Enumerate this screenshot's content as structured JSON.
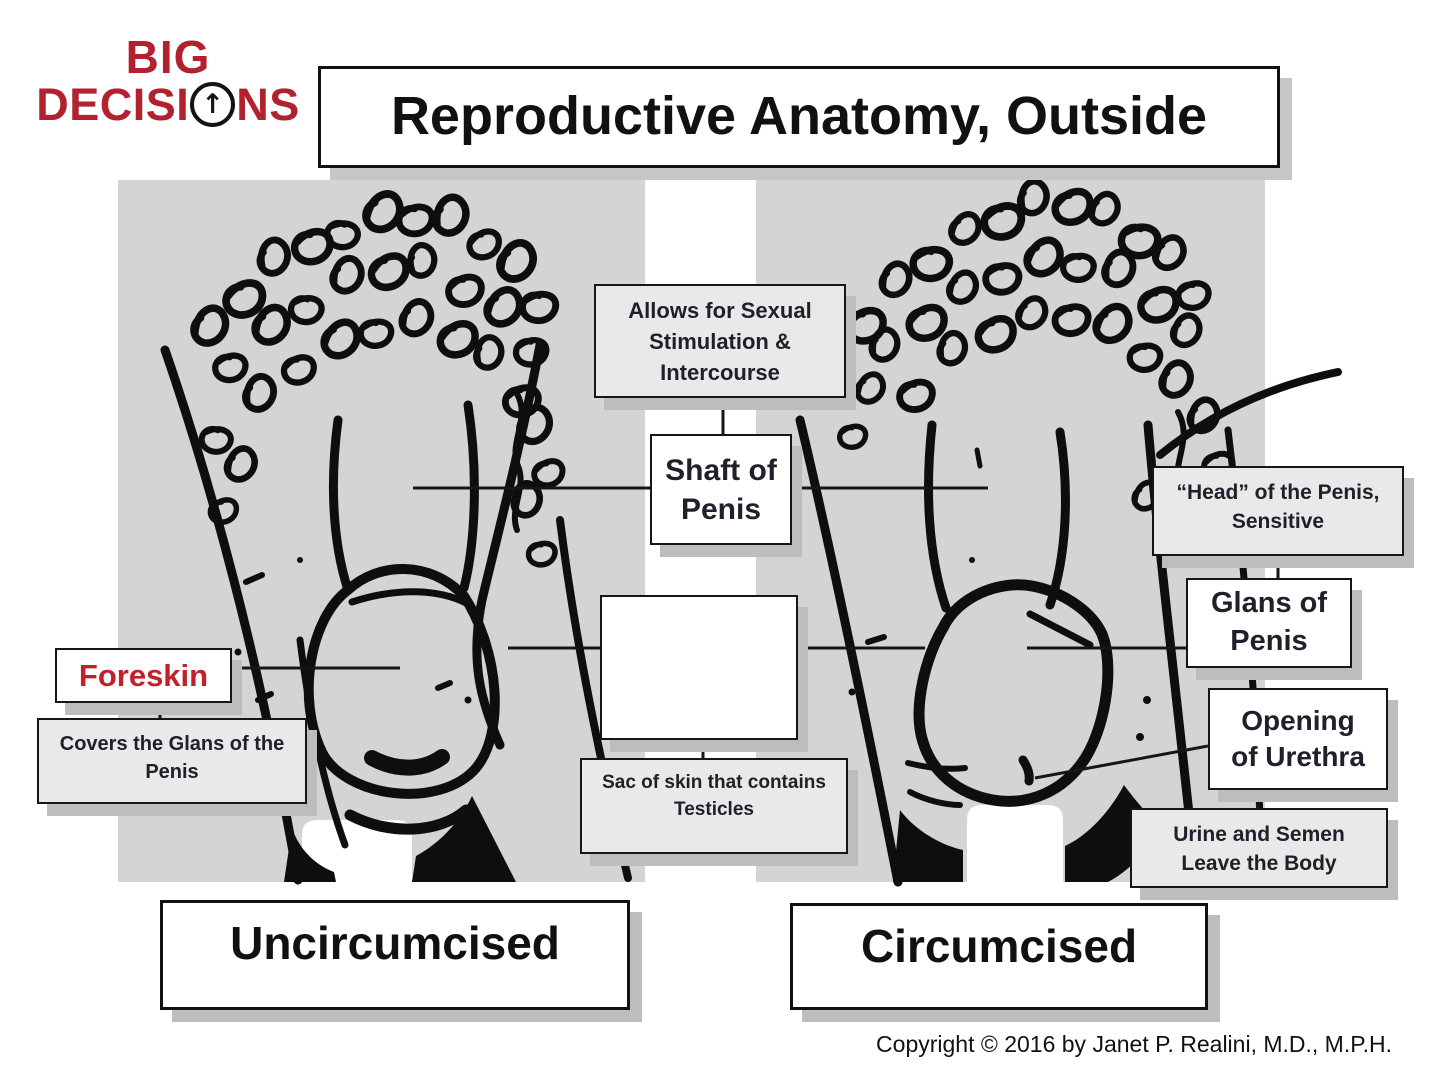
{
  "logo": {
    "top": "BIG",
    "left": "DECISI",
    "right": "NS",
    "arrow": "↑",
    "color": "#b1222e"
  },
  "header": {
    "title": "Reproductive Anatomy, Outside"
  },
  "callouts": {
    "shaft_function": "Allows for Sexual\nStimulation &\nIntercourse",
    "shaft": "Shaft of\nPenis",
    "foreskin": "Foreskin",
    "foreskin_function": "Covers the Glans of the\nPenis",
    "scrotum": "",
    "scrotum_function": "Sac of skin that contains\nTesticles",
    "glans_function": "“Head” of the Penis,\nSensitive",
    "glans": "Glans of\nPenis",
    "urethra": "Opening\nof Urethra",
    "urethra_function": "Urine and Semen\nLeave the Body"
  },
  "figure_labels": {
    "left": "Uncircumcised",
    "right": "Circumcised"
  },
  "footer": {
    "copyright": "Copyright © 2016 by Janet P. Realini, M.D., M.P.H."
  },
  "colors": {
    "accent_red": "#c2202b",
    "panel_gray": "#d4d4d4",
    "callout_gray": "#e9e9e9",
    "ink": "#111111"
  }
}
